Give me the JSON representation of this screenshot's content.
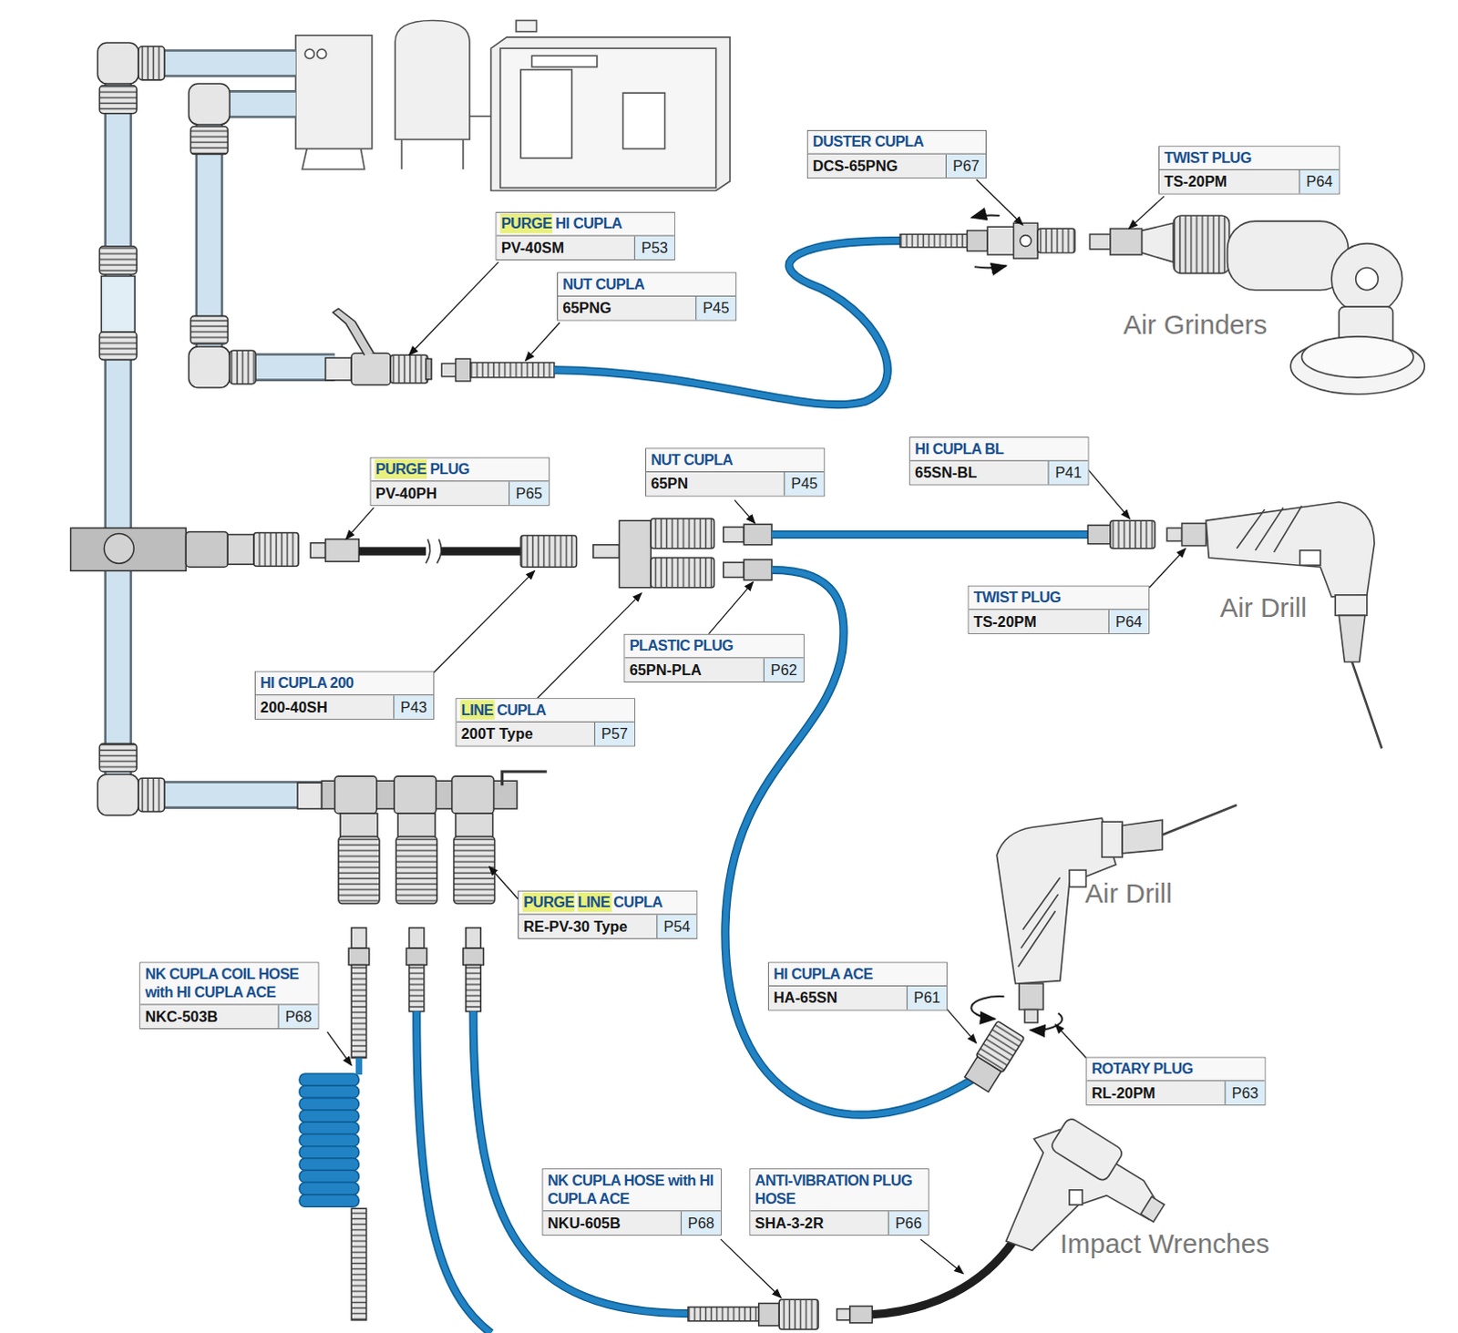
{
  "diagram": {
    "nodes": [
      {
        "text": [
          "DUSTER CUPLA",
          "DCS-65PNG",
          "P67"
        ]
      },
      {
        "text": [
          "TWIST PLUG",
          "TS-20PM",
          "P64"
        ]
      },
      {
        "text": [
          "PURGE HI CUPLA",
          "PV-40SM",
          "P53"
        ]
      },
      {
        "text": [
          "NUT CUPLA",
          "65PNG",
          "P45"
        ]
      },
      {
        "text": [
          "HI CUPLA BL",
          "65SN-BL",
          "P41"
        ]
      },
      {
        "text": [
          "NUT CUPLA",
          "65PN",
          "P45"
        ]
      },
      {
        "text": [
          "PURGE PLUG",
          "PV-40PH",
          "P65"
        ]
      },
      {
        "text": [
          "TWIST PLUG",
          "TS-20PM",
          "P64"
        ]
      },
      {
        "text": [
          "PLASTIC PLUG",
          "65PN-PLA",
          "P62"
        ]
      },
      {
        "text": [
          "HI CUPLA 200",
          "200-40SH",
          "P43"
        ]
      },
      {
        "text": [
          "LINE CUPLA",
          "200T Type",
          "P57"
        ]
      },
      {
        "text": [
          "PURGE LINE CUPLA",
          "RE-PV-30 Type",
          "P54"
        ]
      },
      {
        "text": [
          "NK CUPLA COIL HOSE with HI CUPLA ACE",
          "NKC-503B",
          "P68"
        ]
      },
      {
        "text": [
          "HI CUPLA ACE",
          "HA-65SN",
          "P61"
        ]
      },
      {
        "text": [
          "ROTARY PLUG",
          "RL-20PM",
          "P63"
        ]
      },
      {
        "text": [
          "NK CUPLA HOSE with HI CUPLA ACE",
          "NKU-605B",
          "P68"
        ]
      },
      {
        "text": [
          "ANTI-VIBRATION PLUG HOSE",
          "SHA-3-2R",
          "P66"
        ]
      }
    ],
    "labels": [
      "Air Grinders",
      "Air Drill",
      "Air Drill",
      "Impact Wrenches"
    ]
  }
}
